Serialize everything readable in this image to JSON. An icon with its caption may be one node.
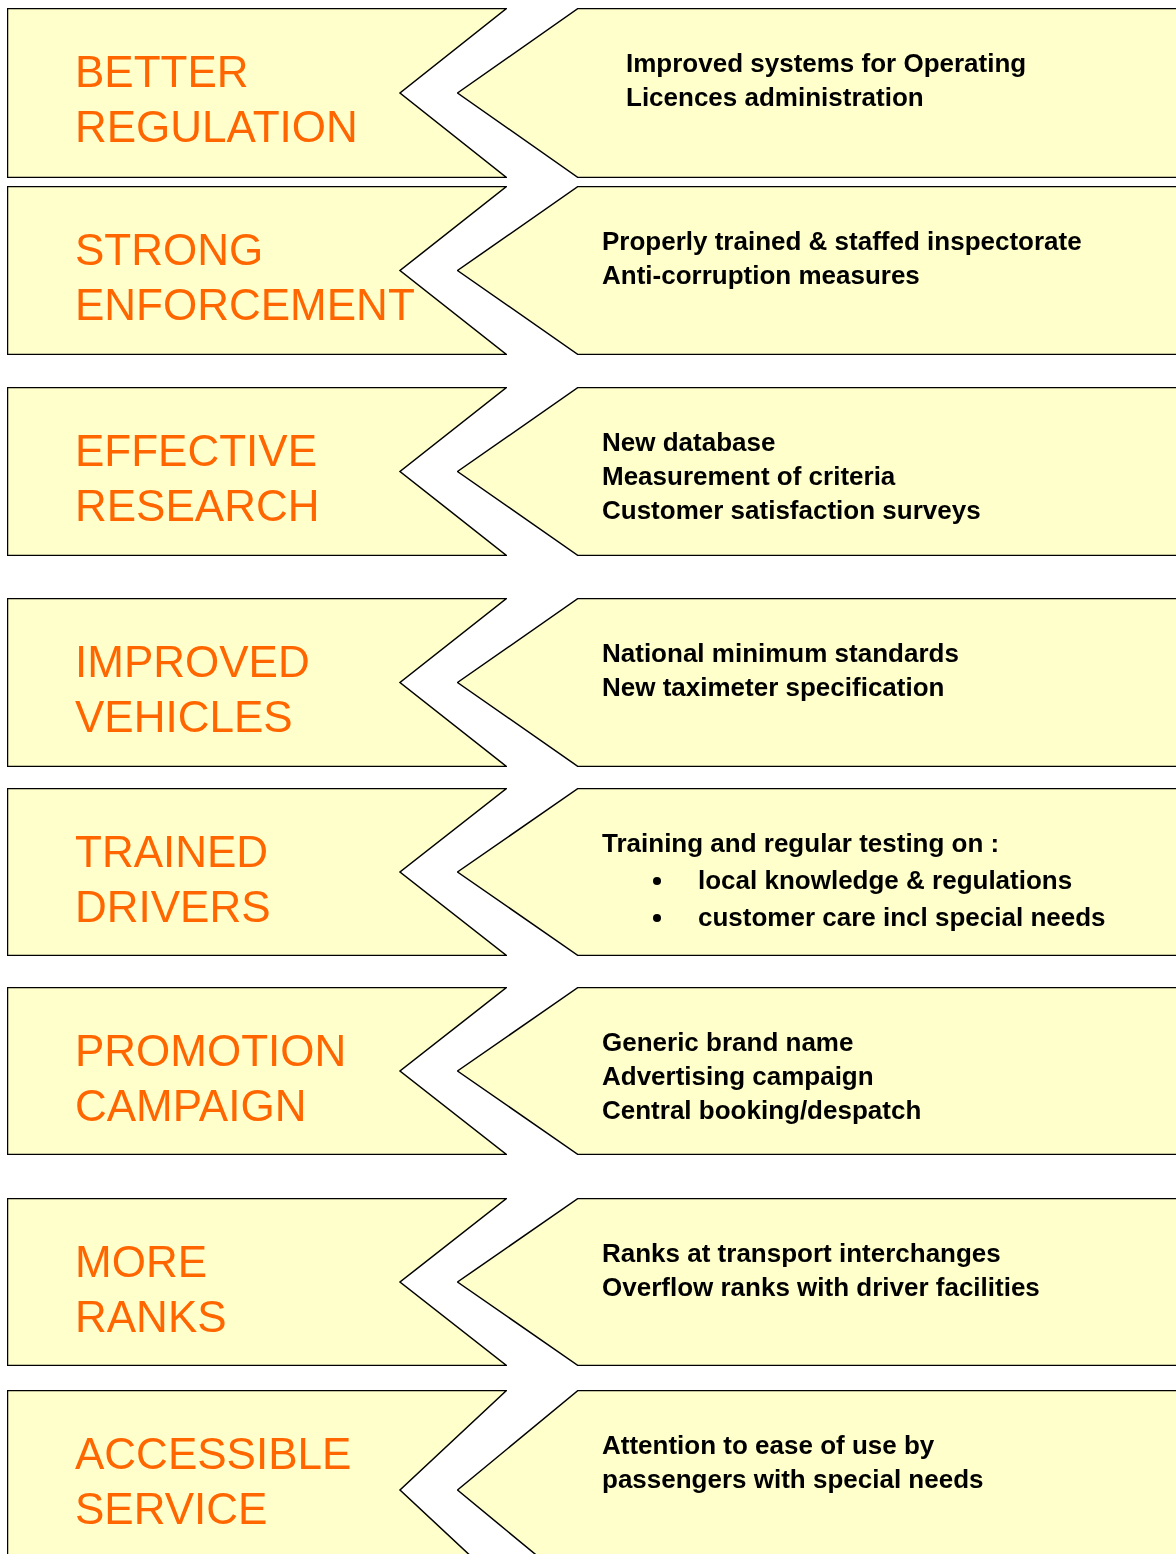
{
  "diagram": {
    "nodes": [
      {
        "text": [
          "BETTER REGULATION"
        ]
      },
      {
        "text": [
          "Improved systems for Operating Licences administration"
        ]
      },
      {
        "text": [
          "STRONG ENFORCEMENT"
        ]
      },
      {
        "text": [
          "Properly trained & staffed inspectorate",
          "Anti-corruption measures"
        ]
      },
      {
        "text": [
          "EFFECTIVE RESEARCH"
        ]
      },
      {
        "text": [
          "New database",
          "Measurement of criteria",
          "Customer satisfaction surveys"
        ]
      },
      {
        "text": [
          "IMPROVED VEHICLES"
        ]
      },
      {
        "text": [
          "National minimum standards",
          "New taximeter specification"
        ]
      },
      {
        "text": [
          "TRAINED DRIVERS"
        ]
      },
      {
        "text": [
          "Training and regular testing on :",
          "local knowledge & regulations",
          "customer care incl special needs"
        ]
      },
      {
        "text": [
          "PROMOTION CAMPAIGN"
        ]
      },
      {
        "text": [
          "Generic brand name",
          "Advertising campaign",
          "Central booking/despatch"
        ]
      },
      {
        "text": [
          "MORE RANKS"
        ]
      },
      {
        "text": [
          "Ranks at transport interchanges",
          "Overflow ranks with driver facilities"
        ]
      },
      {
        "text": [
          "ACCESSIBLE SERVICE"
        ]
      },
      {
        "text": [
          "Attention to ease of use by passengers with special needs"
        ]
      }
    ]
  }
}
